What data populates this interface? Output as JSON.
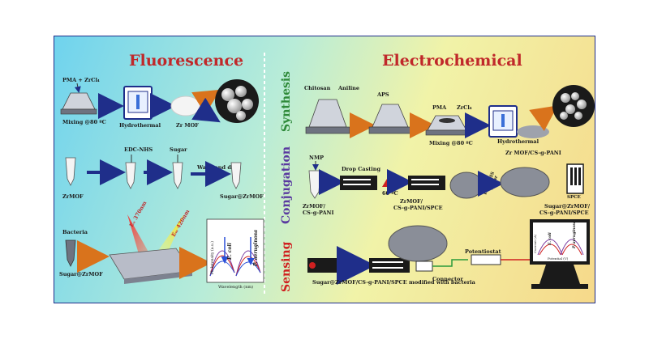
{
  "titles": {
    "fluorescence": "Fluorescence",
    "electrochemical": "Electrochemical"
  },
  "stages": {
    "synthesis": "Synthesis",
    "conjugation": "Conjugation",
    "sensing": "Sensing"
  },
  "fluor_row1": {
    "reagent": "PMA + ZrCl₄",
    "mixing": "Mixing @80 ºC",
    "hydrothermal": "Hydrothermal",
    "product": "Zr MOF"
  },
  "fluor_row2": {
    "edc": "EDC-NHS",
    "sugar": "Sugar",
    "wash": "Wash and dry",
    "start": "ZrMOF",
    "product": "Sugar@ZrMOF"
  },
  "fluor_row3": {
    "bacteria": "Bacteria",
    "sample": "Sugar@ZrMOF",
    "ex": "Eₓ 370nm",
    "em": "Eₘ 420nm",
    "plot_ylabel": "PL Intensity (a.u.)",
    "plot_xlabel": "Wavelength (nm)",
    "ecoli": "E. coli",
    "paeru": "P. aeruginosa"
  },
  "echem_syn": {
    "chitosan": "Chitosan",
    "aniline": "Aniline",
    "aps": "APS",
    "pma": "PMA",
    "zrcl": "ZrCl₄",
    "mixing": "Mixing @80 ºC",
    "hydrothermal": "Hydrothermal",
    "product": "Zr MOF/CS-g-PANI"
  },
  "echem_conj": {
    "nmp": "NMP",
    "drop": "Drop Casting",
    "temp": "60 ºC",
    "start1": "ZrMOF/",
    "start2": "CS-g-PANI",
    "elec1": "ZrMOF/",
    "elec2": "CS-g-PANI/SPCE",
    "edc": "EDC-NHS",
    "sugar": "Sugar",
    "final1": "Sugar@ZrMOF/",
    "final2": "CS-g-PANI/SPCE",
    "spce": "SPCE"
  },
  "echem_sense": {
    "caption": "Sugar@ZrMOF/CS-g-PANI/SPCE modified with bacteria",
    "connector": "Connector",
    "potentiostat": "Potentiostat",
    "screen_ylabel": "Current (A)",
    "screen_xlabel": "Potential (V)",
    "ecoli": "E. coli",
    "paeru": "P. aeruginosa"
  },
  "colors": {
    "title_red": "#c0282a",
    "stage_green": "#2f8a3a",
    "stage_purple": "#5a3aa0",
    "stage_red": "#d02020",
    "arrow_navy": "#1f2e8a",
    "arrow_orange": "#d9731c"
  }
}
